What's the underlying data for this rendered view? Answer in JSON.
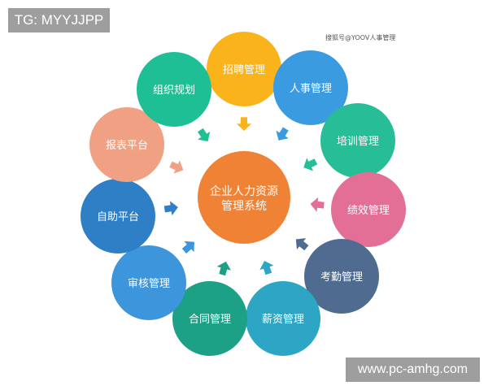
{
  "tag_label": "TG: MYYJJPP",
  "watermark_text": "搜狐号@YOOV人事管理",
  "website_label": "www.pc-amhg.com",
  "center": {
    "line1": "企业人力资源",
    "line2": "管理系统",
    "color": "#ef8234"
  },
  "nodes": [
    {
      "label": "招聘管理",
      "color": "#fbb31c"
    },
    {
      "label": "人事管理",
      "color": "#3b9be0"
    },
    {
      "label": "培训管理",
      "color": "#27bd96"
    },
    {
      "label": "绩效管理",
      "color": "#e36f96"
    },
    {
      "label": "考勤管理",
      "color": "#4f6b8f"
    },
    {
      "label": "薪资管理",
      "color": "#2ca6c4"
    },
    {
      "label": "合同管理",
      "color": "#1ca187"
    },
    {
      "label": "审核管理",
      "color": "#3d95dc"
    },
    {
      "label": "自助平台",
      "color": "#2f7fc6"
    },
    {
      "label": "报表平台",
      "color": "#f0a183"
    },
    {
      "label": "组织规划",
      "color": "#1fbf96"
    }
  ]
}
